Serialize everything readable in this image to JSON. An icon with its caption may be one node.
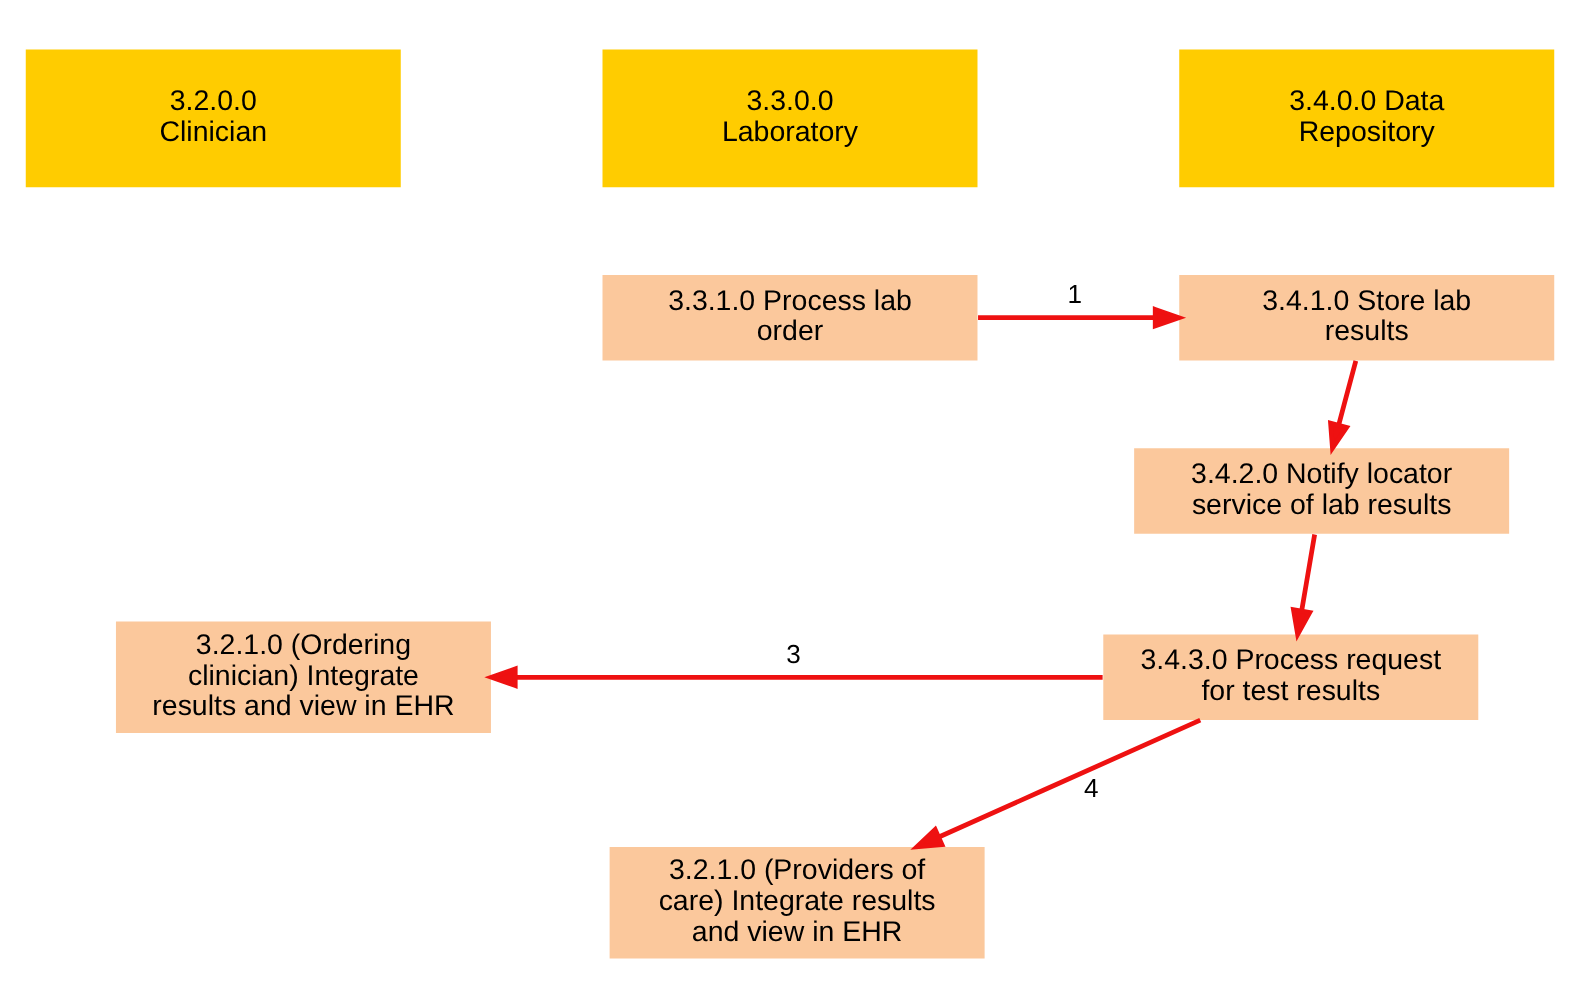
{
  "diagram": {
    "nodes": [
      {
        "text": [
          "3.2.0.0 Clinician"
        ]
      },
      {
        "text": [
          "3.3.0.0 Laboratory"
        ]
      },
      {
        "text": [
          "3.4.0.0 Data Repository"
        ]
      },
      {
        "text": [
          "3.3.1.0 Process lab order"
        ]
      },
      {
        "text": [
          "3.4.1.0 Store lab results"
        ]
      },
      {
        "text": [
          "3.4.2.0 Notify locator service of lab results"
        ]
      },
      {
        "text": [
          "3.4.3.0 Process request for test results"
        ]
      },
      {
        "text": [
          "3.2.1.0 (Ordering clinician) Integrate results and view in EHR"
        ]
      },
      {
        "text": [
          "3.2.1.0 (Providers of care) Integrate results and view in EHR"
        ]
      }
    ],
    "edges": [
      {
        "from": 3,
        "to": 4,
        "arrow": "to",
        "label": "1"
      },
      {
        "from": 4,
        "to": 5,
        "arrow": "to"
      },
      {
        "from": 5,
        "to": 6,
        "arrow": "to"
      },
      {
        "from": 6,
        "to": 7,
        "arrow": "to",
        "label": "3"
      },
      {
        "from": 6,
        "to": 8,
        "arrow": "to",
        "label": "4"
      }
    ]
  }
}
